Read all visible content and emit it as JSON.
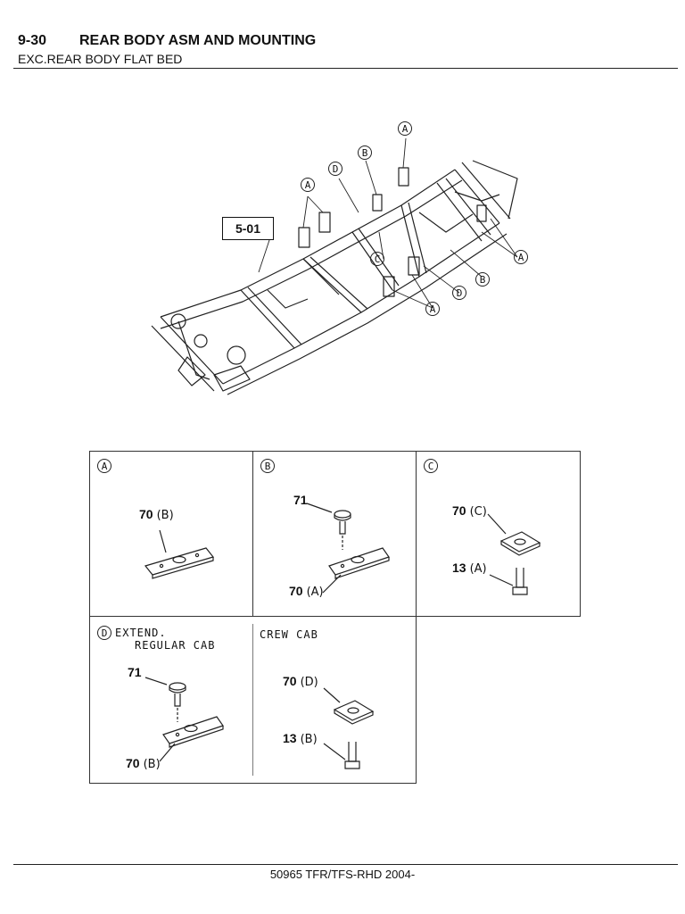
{
  "header": {
    "section": "9-30",
    "title": "REAR BODY ASM AND MOUNTING",
    "subtitle": "EXC.REAR BODY FLAT BED"
  },
  "main_figure": {
    "part_callout": "5-01",
    "labels": {
      "A": "A",
      "B": "B",
      "C": "C",
      "D": "D"
    }
  },
  "details": {
    "A": {
      "letter": "A",
      "parts": [
        {
          "num": "70",
          "variant": "(B)"
        }
      ]
    },
    "B": {
      "letter": "B",
      "parts": [
        {
          "num": "71",
          "variant": ""
        },
        {
          "num": "70",
          "variant": "(A)"
        }
      ]
    },
    "C": {
      "letter": "C",
      "parts": [
        {
          "num": "70",
          "variant": "(C)"
        },
        {
          "num": "13",
          "variant": "(A)"
        }
      ]
    },
    "D": {
      "letter": "D",
      "caption_line1": "EXTEND.",
      "caption_line2": "REGULAR CAB",
      "parts": [
        {
          "num": "71",
          "variant": ""
        },
        {
          "num": "70",
          "variant": "(B)"
        }
      ]
    },
    "crew": {
      "caption": "CREW CAB",
      "parts": [
        {
          "num": "70",
          "variant": "(D)"
        },
        {
          "num": "13",
          "variant": "(B)"
        }
      ]
    }
  },
  "footer": {
    "text": "50965 TFR/TFS-RHD 2004-"
  }
}
